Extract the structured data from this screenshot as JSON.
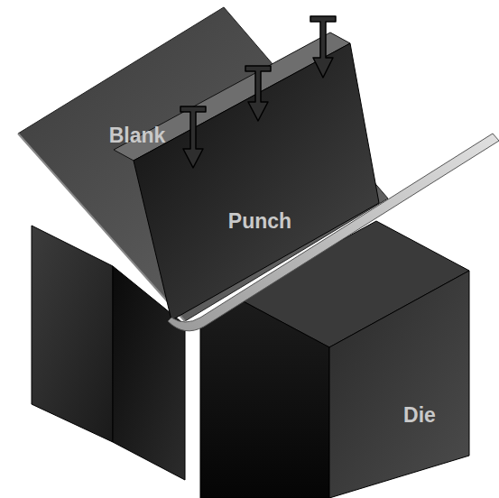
{
  "diagram": {
    "labels": [
      "Blank",
      "Punch",
      "Die"
    ]
  }
}
